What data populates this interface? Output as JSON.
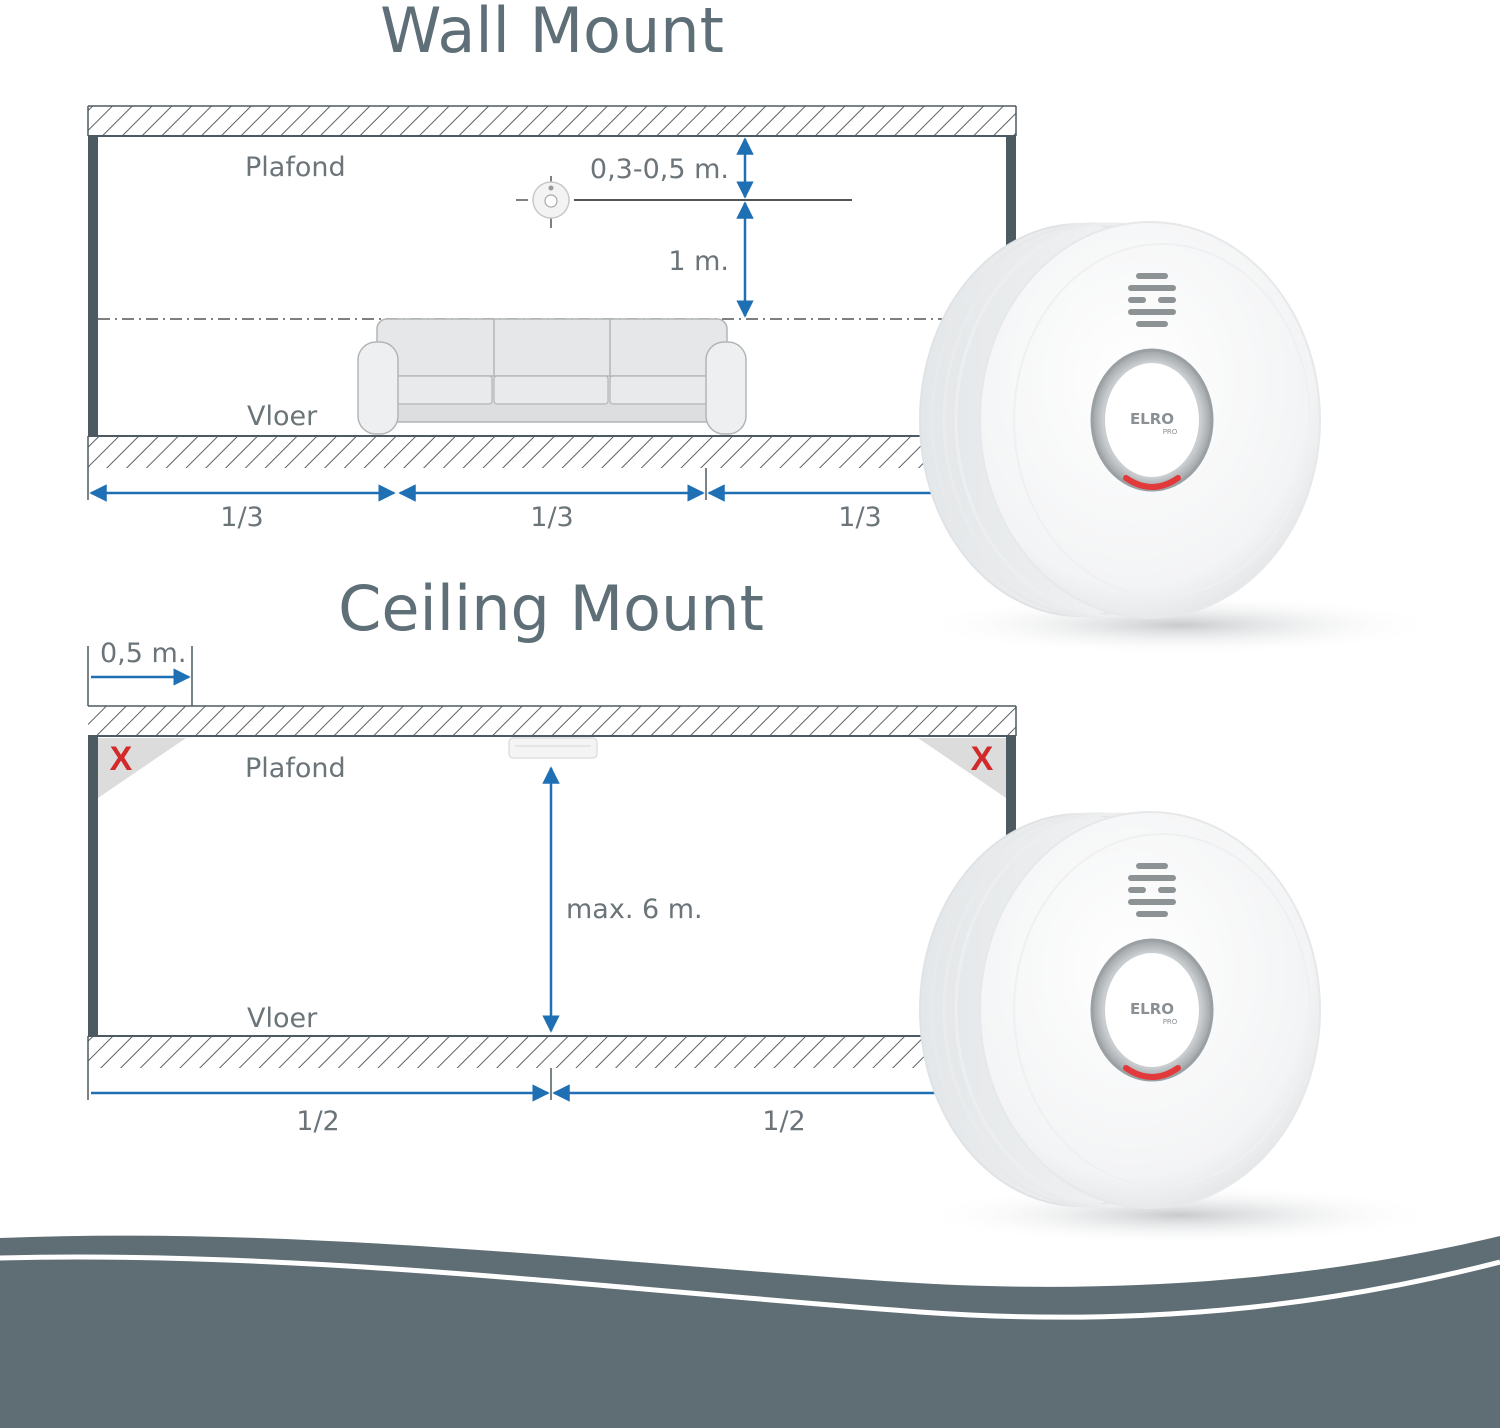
{
  "wall_mount": {
    "title": "Wall Mount",
    "ceiling_label": "Plafond",
    "floor_label": "Vloer",
    "dim_top": "0,3-0,5 m.",
    "dim_height": "1 m.",
    "fractions": [
      "1/3",
      "1/3",
      "1/3"
    ]
  },
  "ceiling_mount": {
    "title": "Ceiling Mount",
    "ceiling_label": "Plafond",
    "floor_label": "Vloer",
    "dim_corner": "0,5 m.",
    "dim_height": "max. 6 m.",
    "fractions": [
      "1/2",
      "1/2"
    ],
    "forbidden_mark": "X"
  },
  "product": {
    "brand": "ELRO",
    "brand_sub": "PRO"
  },
  "colors": {
    "title": "#5f6f78",
    "arrow": "#1f6fb5",
    "wall": "#4d5a61",
    "wave": "#5f6e75",
    "forbidden": "#d22a2a",
    "led": "#e23a3a"
  }
}
